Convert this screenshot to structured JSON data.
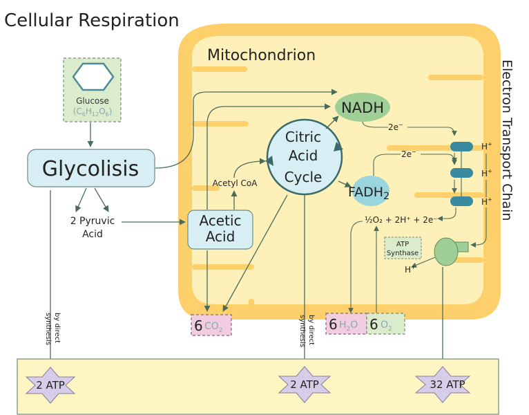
{
  "title": "Cellular Respiration",
  "mitochondrion_label": "Mitochondrion",
  "etc_label": "Electron Transport Chain",
  "glucose": {
    "label": "Glucose",
    "formula_c": "C",
    "sub_c": "6",
    "formula_h": "H",
    "sub_h": "12",
    "formula_o": "O",
    "sub_o": "6",
    "open": "(",
    "close": ")"
  },
  "glycolysis": "Glycolisis",
  "pyruvic": {
    "line1": "2 Pyruvic",
    "line2": "Acid"
  },
  "acetic": {
    "line1": "Acetic",
    "line2": "Acid"
  },
  "acetyl_coa": "Acetyl CoA",
  "citric": {
    "line1": "Citric",
    "line2": "Acid",
    "line3": "Cycle"
  },
  "nadh": "NADH",
  "fadh": {
    "base": "FADH",
    "sub": "2"
  },
  "electrons_2e": "2e",
  "electron_sup": "−",
  "h_plus": "H",
  "plus_sup": "+",
  "oxygen_reaction": "½O₂ + 2H⁺ + 2e⁻",
  "atp_synthase": {
    "line1": "ATP",
    "line2": "Synthase"
  },
  "products": {
    "co2": {
      "coef": "6",
      "formula": "CO",
      "sub": "2"
    },
    "h2o": {
      "coef": "6",
      "formula_a": "H",
      "sub": "2",
      "formula_b": "O"
    },
    "o2": {
      "coef": "6",
      "formula": "O",
      "sub": "2"
    }
  },
  "by_direct_synthesis": {
    "line1": "by direct",
    "line2": "synthesis"
  },
  "atp": {
    "left": "2 ATP",
    "middle": "2 ATP",
    "right": "32 ATP"
  },
  "colors": {
    "membrane": "#fdd06b",
    "matrix": "#fdf0b8",
    "bottom_band": "#fdf6c3",
    "box_fill": "#d6eef4",
    "nadh": "#9fcf96",
    "fadh": "#9ad4dc",
    "co2": "#f2cde0",
    "o2": "#dbeccd",
    "star": "#d6cde8",
    "protein": "#3a8aa0",
    "synthase": "#9fcf96"
  },
  "icons": {
    "glucose": "hexagon-icon",
    "atp": "star-icon",
    "synthase": "atp-synthase-icon",
    "pump": "membrane-protein-icon"
  }
}
